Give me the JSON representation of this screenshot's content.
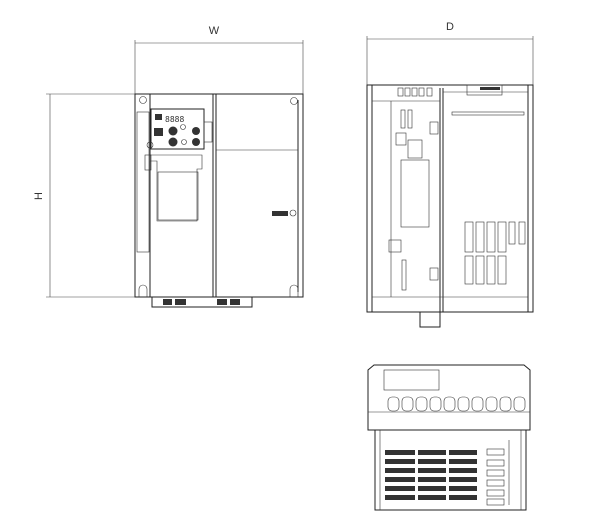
{
  "dimensions": {
    "width_label": "W",
    "height_label": "H",
    "depth_label": "D"
  },
  "colors": {
    "line": "#222222",
    "background": "#ffffff"
  }
}
